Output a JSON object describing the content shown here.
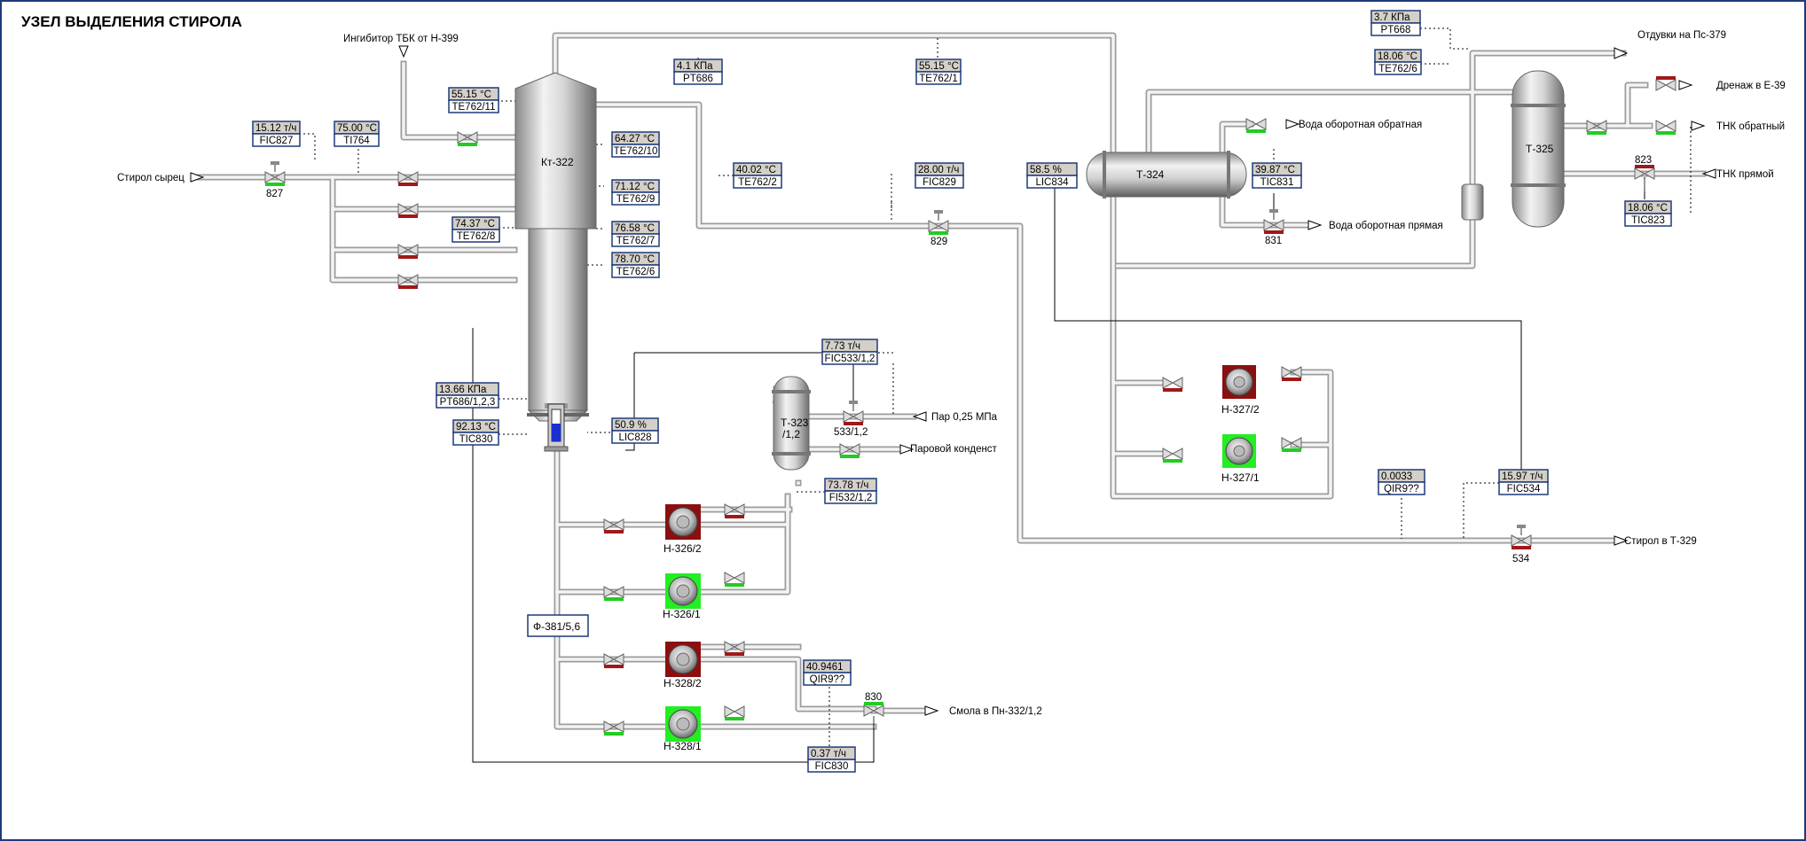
{
  "title": "УЗЕЛ ВЫДЕЛЕНИЯ СТИРОЛА",
  "colors": {
    "frame": "#1f3a7a",
    "tag_border": "#1f3a7a",
    "valve_open": "#22cc22",
    "valve_closed": "#a01818",
    "pump_on": "#22ee22",
    "pump_off": "#8a1010",
    "level": "#1a2fd0"
  },
  "flow_labels": {
    "styrene_raw": "Стирол сырец",
    "inhibitor": "Ингибитор ТБК от Н-399",
    "vent": "Отдувки на Пс-379",
    "drain": "Дренаж в Е-39",
    "thk_return": "ТНК обратный",
    "thk_supply": "ТНК прямой",
    "cw_return": "Вода оборотная обратная",
    "cw_supply": "Вода оборотная прямая",
    "steam": "Пар 0,25 МПа",
    "condensate": "Паровой конденст",
    "styrene_out": "Стирол в Т-329",
    "resin": "Смола в Пн-332/1,2"
  },
  "equipment": {
    "kt322": "Кт-322",
    "t324": "Т-324",
    "t325": "Т-325",
    "t323a": "Т-323",
    "t323b": "/1,2",
    "f381": "Ф-381/5,6",
    "n326_2": "Н-326/2",
    "n326_1": "Н-326/1",
    "n328_2": "Н-328/2",
    "n328_1": "Н-328/1",
    "n327_2": "Н-327/2",
    "n327_1": "Н-327/1"
  },
  "valve_tags": {
    "v827": "827",
    "v829": "829",
    "v831": "831",
    "v823": "823",
    "v533": "533/1,2",
    "v830": "830",
    "v534": "534"
  },
  "tags": {
    "fic827": {
      "value": "15.12 т/ч",
      "tag": "FIC827"
    },
    "ti764": {
      "value": "75.00 °C",
      "tag": "TI764"
    },
    "te762_11": {
      "value": "55.15 °C",
      "tag": "TE762/11"
    },
    "pt686": {
      "value": "4.1 КПа",
      "tag": "PT686"
    },
    "te762_1": {
      "value": "55.15 °C",
      "tag": "TE762/1"
    },
    "te762_10": {
      "value": "64.27 °C",
      "tag": "TE762/10"
    },
    "te762_2": {
      "value": "40.02 °C",
      "tag": "TE762/2"
    },
    "te762_9": {
      "value": "71.12 °C",
      "tag": "TE762/9"
    },
    "te762_8": {
      "value": "74.37 °C",
      "tag": "TE762/8"
    },
    "te762_7": {
      "value": "76.58 °C",
      "tag": "TE762/7"
    },
    "te762_6": {
      "value": "78.70 °C",
      "tag": "TE762/6"
    },
    "fic829": {
      "value": "28.00 т/ч",
      "tag": "FIC829"
    },
    "lic834": {
      "value": "58.5 %",
      "tag": "LIC834"
    },
    "tic831": {
      "value": "39.87 °C",
      "tag": "TIC831"
    },
    "pt668": {
      "value": "3.7 КПа",
      "tag": "PT668"
    },
    "te762_6b": {
      "value": "18.06 °C",
      "tag": "TE762/6"
    },
    "tic823": {
      "value": "18.06 °C",
      "tag": "TIC823"
    },
    "fic533": {
      "value": "7.73 т/ч",
      "tag": "FIC533/1,2"
    },
    "pt686_123": {
      "value": "13.66 КПа",
      "tag": "PT686/1,2,3"
    },
    "tic830": {
      "value": "92.13 °C",
      "tag": "TIC830"
    },
    "lic828": {
      "value": "50.9 %",
      "tag": "LIC828"
    },
    "fi532": {
      "value": "73.78 т/ч",
      "tag": "FI532/1,2"
    },
    "qir_a": {
      "value": "40.9461",
      "tag": "QIR9??"
    },
    "fic830": {
      "value": "0.37 т/ч",
      "tag": "FIC830"
    },
    "qir_b": {
      "value": "0.0033",
      "tag": "QIR9??"
    },
    "fic534": {
      "value": "15.97 т/ч",
      "tag": "FIC534"
    }
  }
}
